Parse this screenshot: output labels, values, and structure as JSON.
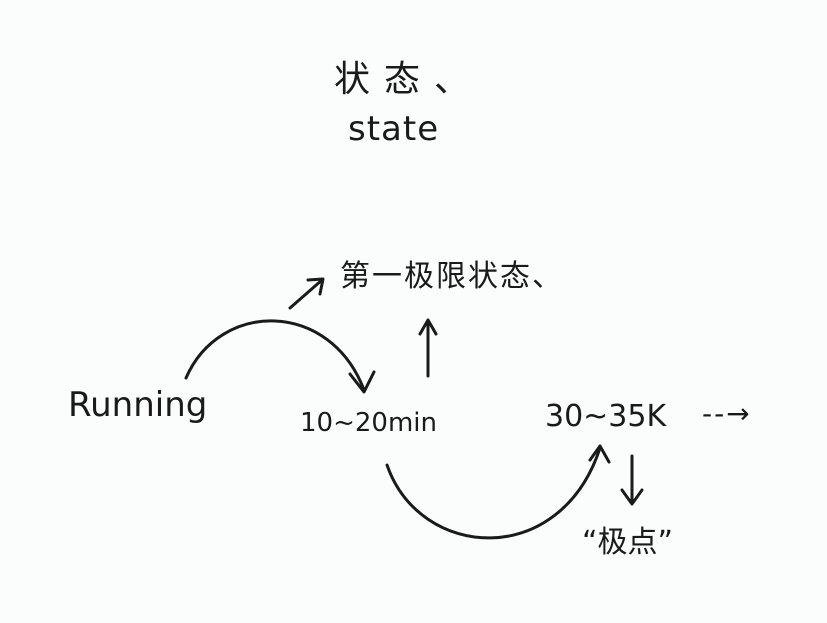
{
  "diagram": {
    "title_zh": "状态、",
    "title_en": "state",
    "nodes": {
      "running": "Running",
      "time": "10~20min",
      "first_limit_state": "第一极限状态、",
      "distance": "30~35K",
      "continue_arrow": "--→",
      "extreme_point": "“极点”"
    },
    "edges": [
      {
        "from": "running",
        "to": "time",
        "style": "curved-arc-over"
      },
      {
        "from": "running",
        "to": "first_limit_state",
        "style": "short-diagonal-arrow"
      },
      {
        "from": "time",
        "to": "first_limit_state",
        "style": "up-arrow"
      },
      {
        "from": "time",
        "to": "distance",
        "style": "curved-arc-under"
      },
      {
        "from": "distance",
        "to": "extreme_point",
        "style": "down-arrow"
      },
      {
        "from": "distance",
        "to": "continue",
        "style": "dashed-arrow"
      }
    ],
    "colors": {
      "ink": "#1a1a1a",
      "background": "#fbfdfd"
    }
  }
}
